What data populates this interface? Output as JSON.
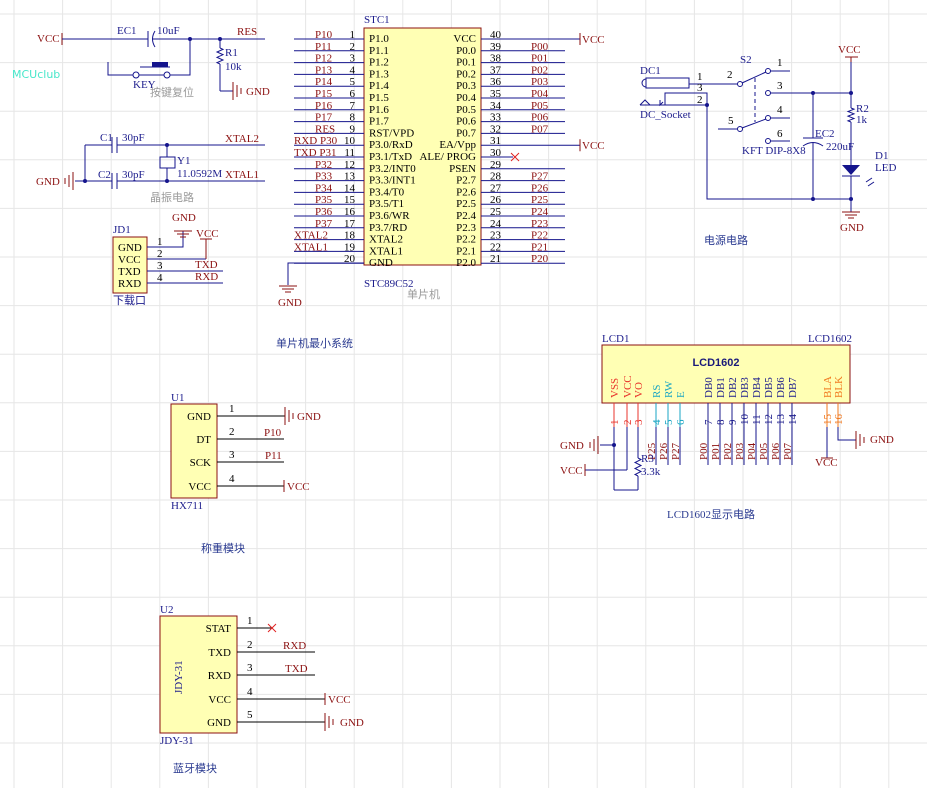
{
  "watermark": {
    "text": "MCUclub",
    "color": "#3fe6c8"
  },
  "colors": {
    "wire": "#14148c",
    "net": "#8b1010",
    "ref": "#1c1c8c",
    "body_fill": "#ffffb4",
    "body_stroke": "#8b1010",
    "caption": "#9a9a9a",
    "section": "#2a3a90",
    "grid": "#e6e6e6"
  },
  "reset": {
    "vcc": "VCC",
    "cap_ref": "EC1",
    "cap_val": "10uF",
    "key_ref": "KEY",
    "res_ref": "R1",
    "res_val": "10k",
    "net": "RES",
    "gnd": "GND",
    "caption": "按键复位"
  },
  "crystal": {
    "c1_ref": "C1",
    "c1_val": "30pF",
    "c2_ref": "C2",
    "c2_val": "30pF",
    "y_ref": "Y1",
    "y_val": "11.0592M",
    "net_top": "XTAL2",
    "net_bottom": "XTAL1",
    "gnd": "GND",
    "caption": "晶振电路"
  },
  "header": {
    "ref": "JD1",
    "pins": [
      {
        "num": "1",
        "name": "GND",
        "net": "GND"
      },
      {
        "num": "2",
        "name": "VCC",
        "net": "VCC"
      },
      {
        "num": "3",
        "name": "TXD",
        "net": "TXD"
      },
      {
        "num": "4",
        "name": "RXD",
        "net": "RXD"
      }
    ],
    "caption": "下载口"
  },
  "mcu": {
    "ref": "STC1",
    "part": "STC89C52",
    "caption": "单片机",
    "gnd": "GND",
    "section_title": "单片机最小系统",
    "left_pins": [
      {
        "num": "1",
        "name": "P1.0",
        "net": "P10"
      },
      {
        "num": "2",
        "name": "P1.1",
        "net": "P11"
      },
      {
        "num": "3",
        "name": "P1.2",
        "net": "P12"
      },
      {
        "num": "4",
        "name": "P1.3",
        "net": "P13"
      },
      {
        "num": "5",
        "name": "P1.4",
        "net": "P14"
      },
      {
        "num": "6",
        "name": "P1.5",
        "net": "P15"
      },
      {
        "num": "7",
        "name": "P1.6",
        "net": "P16"
      },
      {
        "num": "8",
        "name": "P1.7",
        "net": "P17"
      },
      {
        "num": "9",
        "name": "RST/VPD",
        "net": "RES"
      },
      {
        "num": "10",
        "name": "P3.0/RxD",
        "net": "RXD P30"
      },
      {
        "num": "11",
        "name": "P3.1/TxD",
        "net": "TXD P31"
      },
      {
        "num": "12",
        "name": "P3.2/INT0",
        "net": "P32"
      },
      {
        "num": "13",
        "name": "P3.3/INT1",
        "net": "P33"
      },
      {
        "num": "14",
        "name": "P3.4/T0",
        "net": "P34"
      },
      {
        "num": "15",
        "name": "P3.5/T1",
        "net": "P35"
      },
      {
        "num": "16",
        "name": "P3.6/WR",
        "net": "P36"
      },
      {
        "num": "17",
        "name": "P3.7/RD",
        "net": "P37"
      },
      {
        "num": "18",
        "name": "XTAL2",
        "net": "XTAL2"
      },
      {
        "num": "19",
        "name": "XTAL1",
        "net": "XTAL1"
      },
      {
        "num": "20",
        "name": "GND",
        "net": ""
      }
    ],
    "right_pins": [
      {
        "num": "40",
        "name": "VCC",
        "net": "VCC"
      },
      {
        "num": "39",
        "name": "P0.0",
        "net": "P00"
      },
      {
        "num": "38",
        "name": "P0.1",
        "net": "P01"
      },
      {
        "num": "37",
        "name": "P0.2",
        "net": "P02"
      },
      {
        "num": "36",
        "name": "P0.3",
        "net": "P03"
      },
      {
        "num": "35",
        "name": "P0.4",
        "net": "P04"
      },
      {
        "num": "34",
        "name": "P0.5",
        "net": "P05"
      },
      {
        "num": "33",
        "name": "P0.6",
        "net": "P06"
      },
      {
        "num": "32",
        "name": "P0.7",
        "net": "P07"
      },
      {
        "num": "31",
        "name": "EA/Vpp",
        "net": "VCC"
      },
      {
        "num": "30",
        "name": "ALE/ PROG",
        "net": ""
      },
      {
        "num": "29",
        "name": "PSEN",
        "net": ""
      },
      {
        "num": "28",
        "name": "P2.7",
        "net": "P27"
      },
      {
        "num": "27",
        "name": "P2.6",
        "net": "P26"
      },
      {
        "num": "26",
        "name": "P2.5",
        "net": "P25"
      },
      {
        "num": "25",
        "name": "P2.4",
        "net": "P24"
      },
      {
        "num": "24",
        "name": "P2.3",
        "net": "P23"
      },
      {
        "num": "23",
        "name": "P2.2",
        "net": "P22"
      },
      {
        "num": "22",
        "name": "P2.1",
        "net": "P21"
      },
      {
        "num": "21",
        "name": "P2.0",
        "net": "P20"
      }
    ]
  },
  "power": {
    "dc_ref": "DC1",
    "dc_part": "DC_Socket",
    "dc_pins": [
      "1",
      "3",
      "2"
    ],
    "sw_ref": "S2",
    "sw_part": "KFT DIP-8X8",
    "sw_pins": [
      "1",
      "2",
      "3",
      "4",
      "5",
      "6"
    ],
    "cap_ref": "EC2",
    "cap_val": "220uF",
    "res_ref": "R2",
    "res_val": "1k",
    "led_ref": "D1",
    "led_val": "LED",
    "vcc": "VCC",
    "gnd": "GND",
    "section_title": "电源电路"
  },
  "lcd": {
    "ref": "LCD1",
    "part": "LCD1602",
    "title": "LCD1602",
    "pins": [
      {
        "num": "1",
        "name": "VSS",
        "net": "",
        "group": "power"
      },
      {
        "num": "2",
        "name": "VCC",
        "net": "",
        "group": "power"
      },
      {
        "num": "3",
        "name": "VO",
        "net": "",
        "group": "power"
      },
      {
        "num": "4",
        "name": "RS",
        "net": "P25",
        "group": "ctrl"
      },
      {
        "num": "5",
        "name": "RW",
        "net": "P26",
        "group": "ctrl"
      },
      {
        "num": "6",
        "name": "E",
        "net": "P27",
        "group": "ctrl"
      },
      {
        "num": "7",
        "name": "DB0",
        "net": "P00",
        "group": "data"
      },
      {
        "num": "8",
        "name": "DB1",
        "net": "P01",
        "group": "data"
      },
      {
        "num": "9",
        "name": "DB2",
        "net": "P02",
        "group": "data"
      },
      {
        "num": "10",
        "name": "DB3",
        "net": "P03",
        "group": "data"
      },
      {
        "num": "11",
        "name": "DB4",
        "net": "P04",
        "group": "data"
      },
      {
        "num": "12",
        "name": "DB5",
        "net": "P05",
        "group": "data"
      },
      {
        "num": "13",
        "name": "DB6",
        "net": "P06",
        "group": "data"
      },
      {
        "num": "14",
        "name": "DB7",
        "net": "P07",
        "group": "data"
      },
      {
        "num": "15",
        "name": "BLA",
        "net": "",
        "group": "backlight"
      },
      {
        "num": "16",
        "name": "BLK",
        "net": "",
        "group": "backlight"
      }
    ],
    "group_colors": {
      "power": "#e8342c",
      "ctrl": "#1aa6c4",
      "data": "#1c1c8c",
      "backlight": "#f0781e"
    },
    "gnd": "GND",
    "vcc": "VCC",
    "bl_vcc": "VCC",
    "bl_gnd": "GND",
    "pot_ref": "R3",
    "pot_val": "3.3k",
    "section_title": "LCD1602显示电路"
  },
  "hx711": {
    "ref": "U1",
    "part": "HX711",
    "pins": [
      {
        "num": "1",
        "name": "GND",
        "net": "GND"
      },
      {
        "num": "2",
        "name": "DT",
        "net": "P10"
      },
      {
        "num": "3",
        "name": "SCK",
        "net": "P11"
      },
      {
        "num": "4",
        "name": "VCC",
        "net": "VCC"
      }
    ],
    "section_title": "称重模块"
  },
  "jdy31": {
    "ref": "U2",
    "part": "JDY-31",
    "body_label": "JDY-31",
    "pins": [
      {
        "num": "1",
        "name": "STAT",
        "net": ""
      },
      {
        "num": "2",
        "name": "TXD",
        "net": "RXD"
      },
      {
        "num": "3",
        "name": "RXD",
        "net": "TXD"
      },
      {
        "num": "4",
        "name": "VCC",
        "net": "VCC"
      },
      {
        "num": "5",
        "name": "GND",
        "net": "GND"
      }
    ],
    "section_title": "蓝牙模块"
  }
}
